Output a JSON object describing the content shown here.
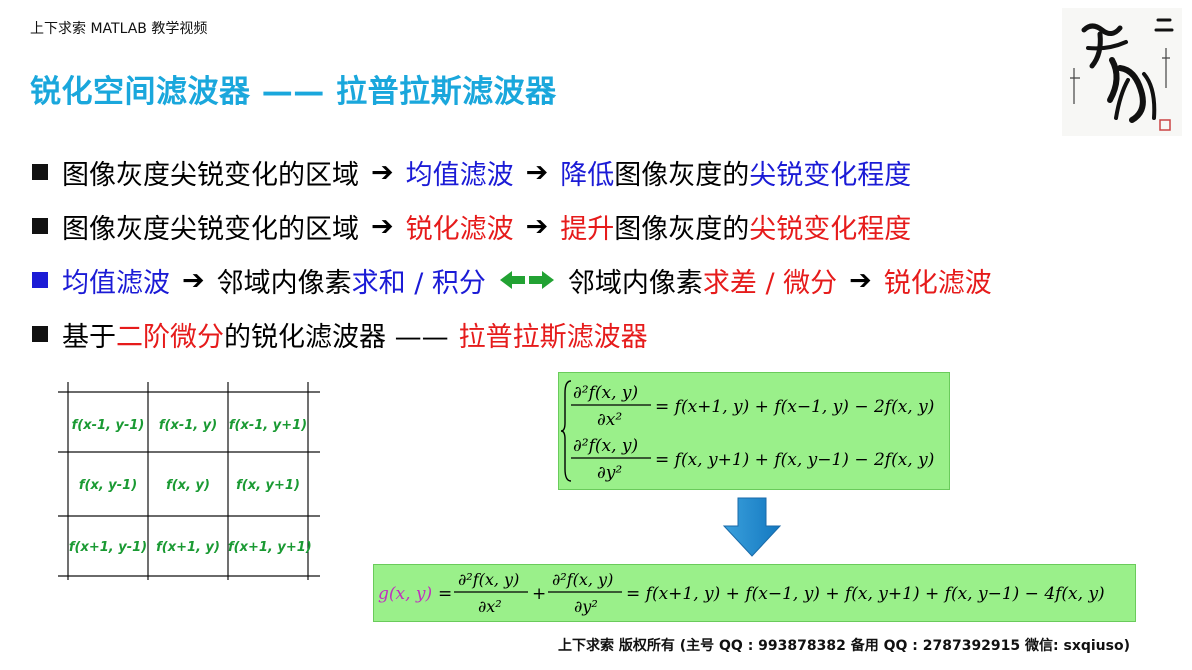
{
  "header": {
    "brand": "上下求索 MATLAB 教学视频"
  },
  "title": "锐化空间滤波器 —— 拉普拉斯滤波器",
  "bullets": [
    {
      "p1": "图像灰度尖锐变化的区域",
      "p2": "均值滤波",
      "p3": "降低",
      "p4": "图像灰度的",
      "p5": "尖锐变化程度"
    },
    {
      "p1": "图像灰度尖锐变化的区域",
      "p2": "锐化滤波",
      "p3": "提升",
      "p4": "图像灰度的",
      "p5": "尖锐变化程度"
    },
    {
      "p1": "均值滤波",
      "p2": "邻域内像素",
      "p3": "求和 / 积分",
      "p4": "邻域内像素",
      "p5": "求差 / 微分",
      "p6": "锐化滤波"
    },
    {
      "p1": "基于",
      "p2": "二阶微分",
      "p3": "的锐化滤波器 ——",
      "p4": "拉普拉斯滤波器"
    }
  ],
  "arrow_glyph": "➔",
  "grid": {
    "cells": [
      [
        "f(x-1, y-1)",
        "f(x-1, y)",
        "f(x-1, y+1)"
      ],
      [
        "f(x, y-1)",
        "f(x, y)",
        "f(x, y+1)"
      ],
      [
        "f(x+1, y-1)",
        "f(x+1, y)",
        "f(x+1, y+1)"
      ]
    ]
  },
  "equations": {
    "eq1_rhs": "= f(x+1, y) + f(x−1, y) − 2f(x, y)",
    "eq2_rhs": "= f(x, y+1) + f(x, y−1) − 2f(x, y)",
    "eq_num": "∂²f(x, y)",
    "eq1_den": "∂x²",
    "eq2_den": "∂y²",
    "lap_lhs": "g(x, y)",
    "lap_rhs": "= f(x+1, y) + f(x−1, y) + f(x, y+1) + f(x, y−1) − 4f(x, y)"
  },
  "footer": "上下求索  版权所有  (主号 QQ : 993878382   备用 QQ : 2787392915   微信: sxqiuso)",
  "colors": {
    "title": "#1aa7dc",
    "blue": "#1b1bd6",
    "red": "#e61b1b",
    "green": "#22a233",
    "eq_bg": "#9af08a"
  }
}
